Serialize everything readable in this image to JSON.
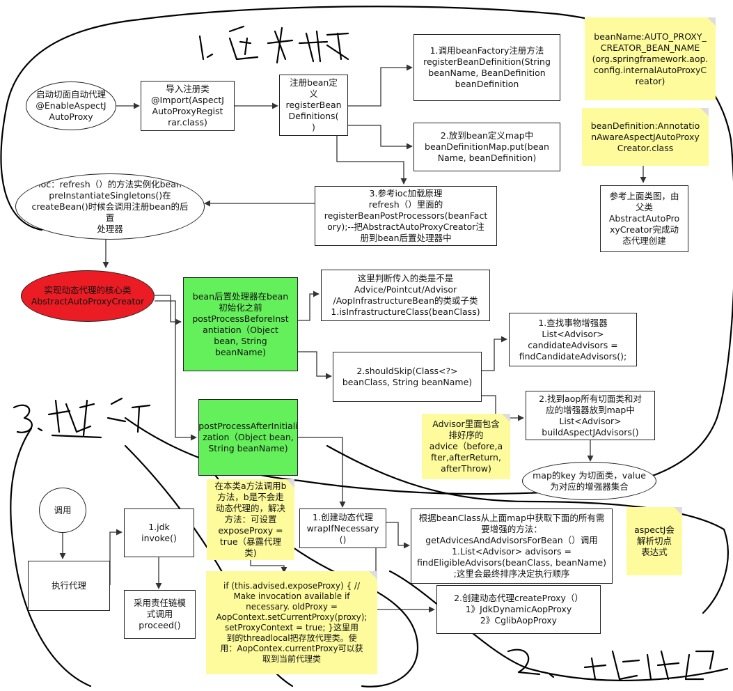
{
  "diagram": {
    "nodes": {
      "start": "启动切面自动代理\n@EnableAspectJ\nAutoProxy",
      "import": "导入注册类\n@Import(AspectJ\nAutoProxyRegist\nrar.class)",
      "register_defs": "注册bean定\n义\nregisterBean\nDefinitions(\n)",
      "call_factory": "1.调用beanFactory注册方法\nregisterBeanDefinition(String\nbeanName, BeanDefinition\nbeanDefinition",
      "put_map": "2.放到bean定义map中\nbeanDefinitionMap.put(bean\nName, beanDefinition)",
      "ioc_refresh": "3.参考ioc加载原理\nrefresh（）里面的\nregisterBeanPostProcessors(beanFact\nory);--把AbstractAutoProxyCreator注\n册到bean后置处理器中",
      "ioc_instantiate": "ioc：refresh（）的方法实例化bean\npreInstantiateSingletons()在\ncreateBean()时候会调用注册bean的后置\n处理器",
      "note_beanname": "beanName:AUTO_PROXY_\nCREATOR_BEAN_NAME\n(org.springframework.aop.\nconfig.internalAutoProxyC\nreator)",
      "note_beandef": "beanDefinition:Annotatio\nnAwareAspectJAutoProxy\nCreator.class",
      "parent_class": "参考上面类图，由\n父类\nAbstractAutoPro\nxyCreator完成动\n态代理创建",
      "core_class": "实现动态代理的核心类\nAbstractAutoProxyCreator",
      "before_init": "bean后置处理器在bean\n初始化之前\npostProcessBeforeInst\nantiation（Object\nbean, String\nbeanName)",
      "is_infra": "这里判断传入的类是不是\nAdvice/Pointcut/Advisor\n/AopInfrastructureBean的类或子类\n1.isInfrastructureClass(beanClass)",
      "should_skip": "2.shouldSkip(Class<?>\nbeanClass, String beanName)",
      "find_candidate": "1.查找事物增强器\nList<Advisor>\ncandidateAdvisors =\nfindCandidateAdvisors();",
      "build_advisors": "2.找到aop所有切面类和对\n应的增强器放到map中\nList<Advisor>\nbuildAspectJAdvisors()",
      "note_advisor": "Advisor里面包含\n排好序的\nadvice（before,a\nfter,afterReturn,\nafterThrow)",
      "map_key": "map的key 为切面类，value\n为对应的增强器集合",
      "after_init": "postProcessAfterInitiali\nzation（Object bean,\nString beanName)",
      "note_expose": "在本类a方法调用b\n方法，b是不会走\n动态代理的，解决\n方法：可设置\nexposeProxy =\ntrue（暴露代理\n类)",
      "wrap": "1.创建动态代理\nwrapIfNecessary\n()",
      "get_advices": "根据beanClass从上面map中获取下面的所有需\n要增强的方法：\ngetAdvicesAndAdvisorsForBean（）调用\n1.List<Advisor> advisors =\nfindEligibleAdvisors(beanClass, beanName)\n;这里会最终排序决定执行顺序",
      "note_aspectj": "aspectJ会\n解析切点\n表达式",
      "note_threadlocal": "if (this.advised.exposeProxy) {     //\nMake invocation available if\nnecessary.    oldProxy =\nAopContext.setCurrentProxy(proxy);\nsetProxyContext = true;   }这里用\n到的threadlocal把存放代理类。使\n用：AopContex.currentProxy可以获\n取到当前代理类",
      "create_proxy": "2.创建动态代理createProxy（）\n1》JdkDynamicAopProxy\n2》CglibAopProxy",
      "invoke_call": "调用",
      "exec_proxy": "执行代理",
      "jdk_invoke": "1.jdk\ninvoke()",
      "chain_proceed": "采用责任链模\n式调用\nproceed()"
    }
  },
  "colors": {
    "note": "#fdfb9c",
    "highlight_green": "#64f05a",
    "highlight_red": "#ec1c24",
    "connector": "#333333",
    "ink": "#000000"
  }
}
